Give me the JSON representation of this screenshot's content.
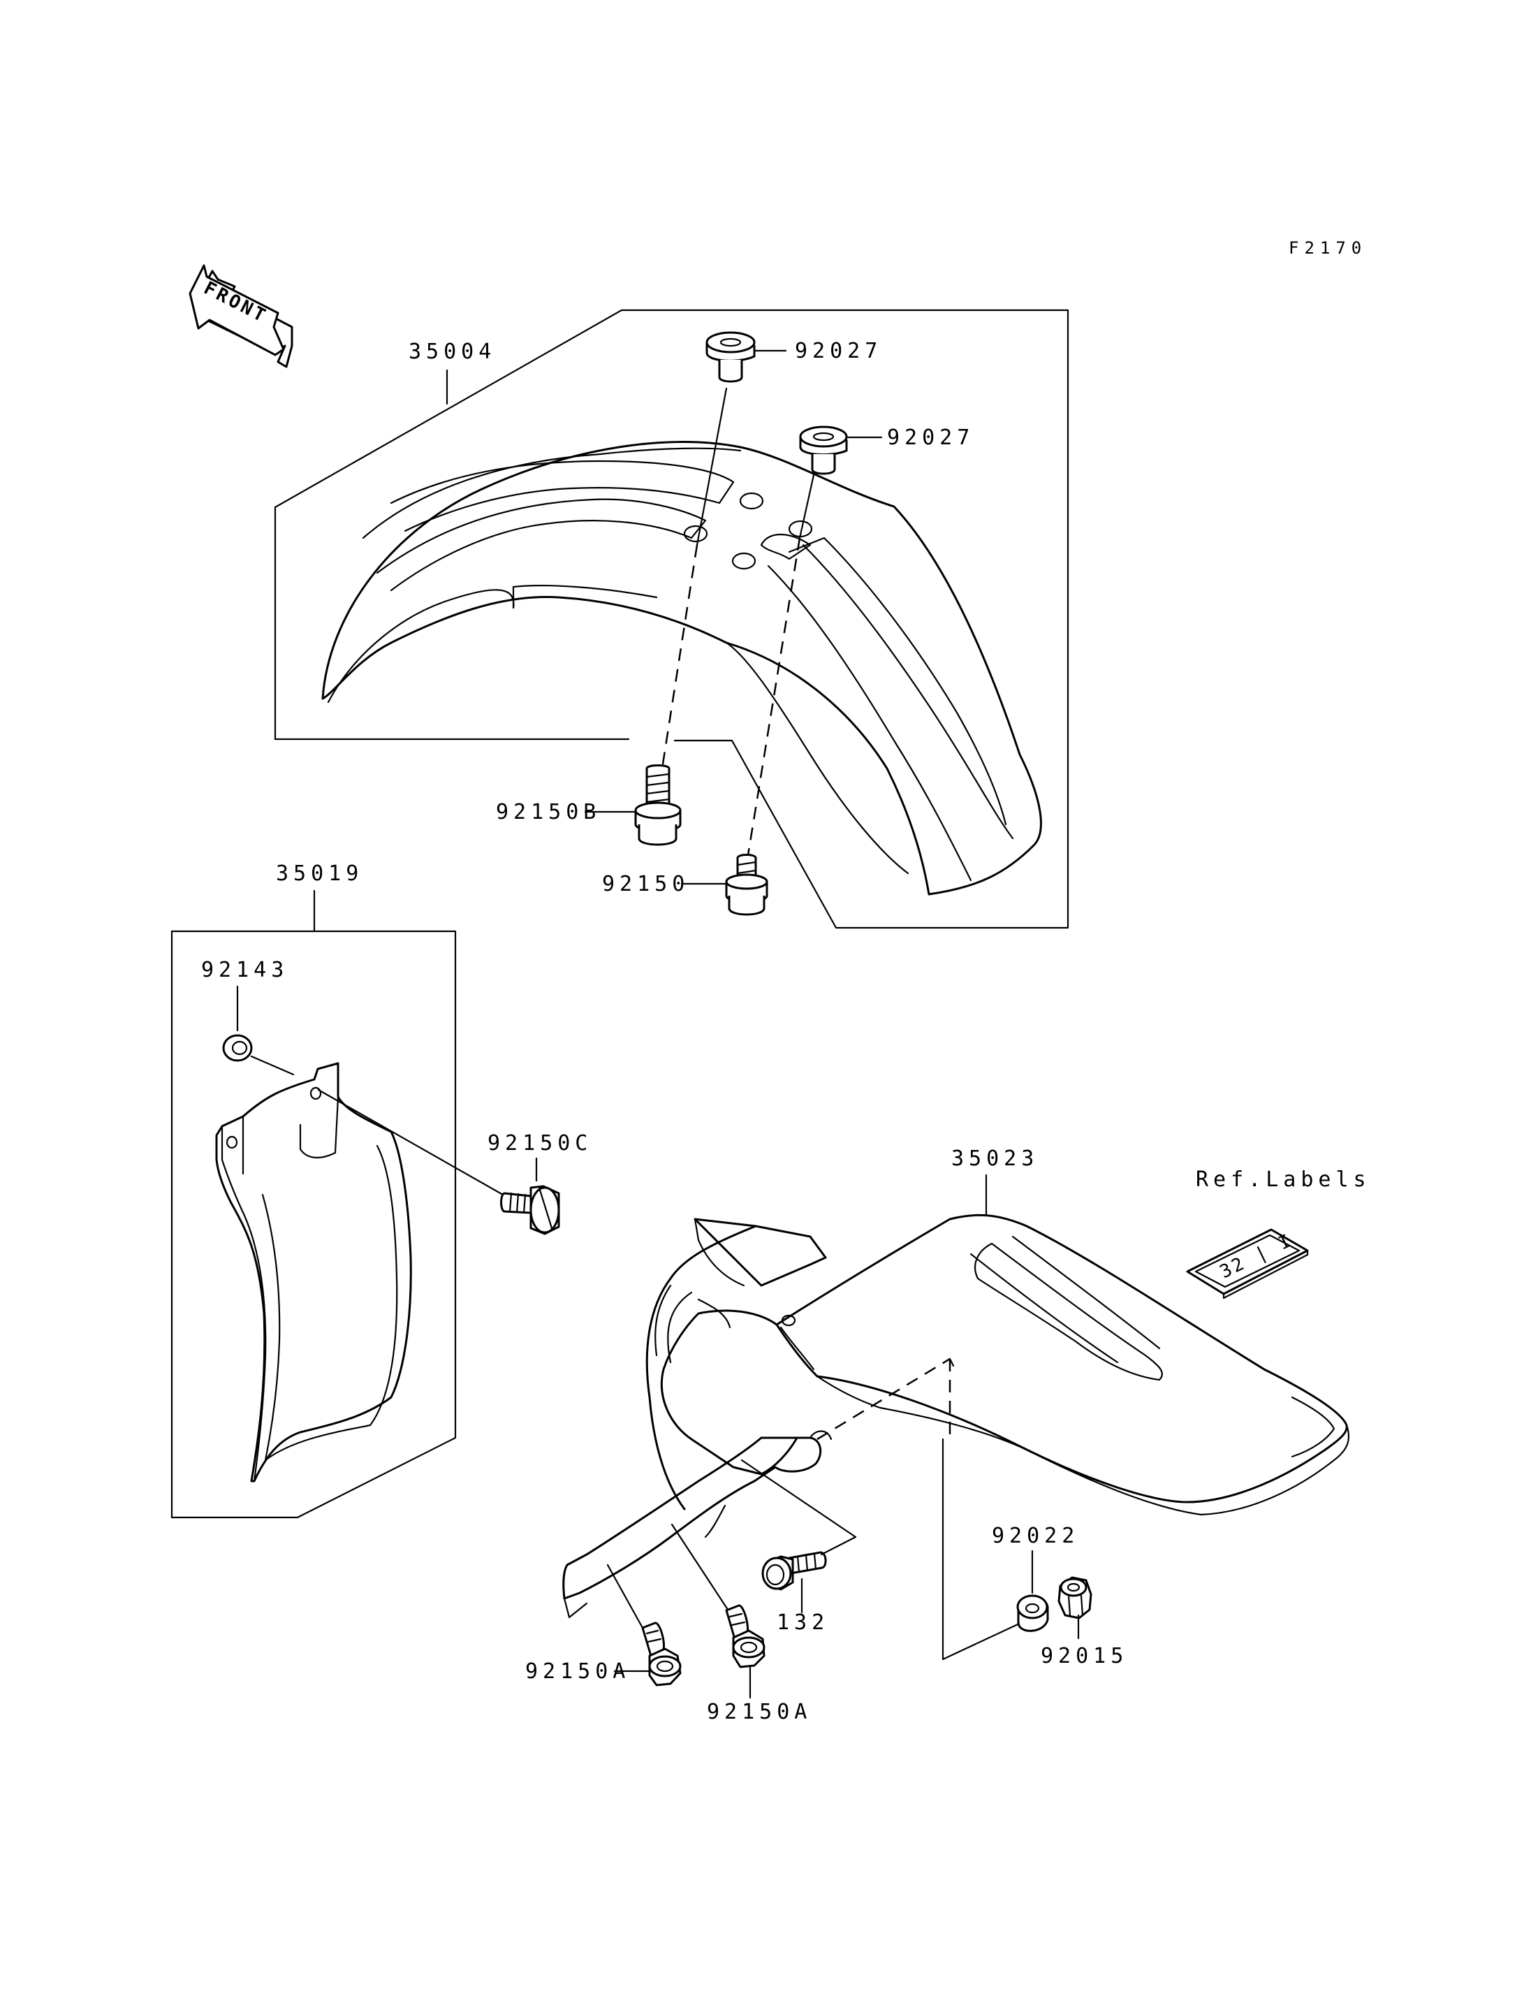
{
  "figure_code": "F2170",
  "front_arrow_label": "FRONT",
  "callouts": {
    "front_fender": "35004",
    "front_fender_collar_a": "92027",
    "front_fender_collar_b": "92027",
    "front_fender_bolt_b": "92150B",
    "front_fender_bolt": "92150",
    "mud_guard": "35019",
    "mud_guard_washer": "92143",
    "mud_guard_bolt": "92150C",
    "rear_fender": "35023",
    "ref_labels": "Ref.Labels",
    "rear_bolt": "132",
    "rear_bolt_a1": "92150A",
    "rear_bolt_a2": "92150A",
    "rear_collar": "92022",
    "rear_nut": "92015"
  },
  "label_tag_text": "32 | I"
}
